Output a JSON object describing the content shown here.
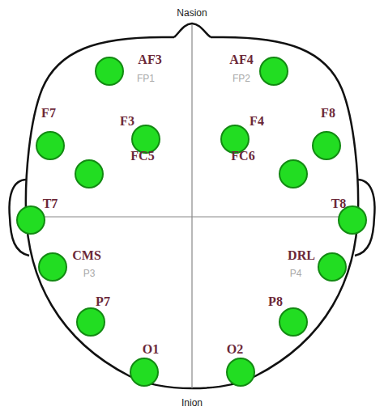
{
  "diagram": {
    "nodes": [
      {
        "text": [
          "AF3",
          "FP1"
        ]
      },
      {
        "text": [
          "AF4",
          "FP2"
        ]
      },
      {
        "text": [
          "F7"
        ]
      },
      {
        "text": [
          "F3"
        ]
      },
      {
        "text": [
          "F4"
        ]
      },
      {
        "text": [
          "F8"
        ]
      },
      {
        "text": [
          "FC5"
        ]
      },
      {
        "text": [
          "FC6"
        ]
      },
      {
        "text": [
          "T7"
        ]
      },
      {
        "text": [
          "T8"
        ]
      },
      {
        "text": [
          "CMS",
          "P3"
        ]
      },
      {
        "text": [
          "DRL",
          "P4"
        ]
      },
      {
        "text": [
          "P7"
        ]
      },
      {
        "text": [
          "P8"
        ]
      },
      {
        "text": [
          "O1"
        ]
      },
      {
        "text": [
          "O2"
        ]
      }
    ],
    "labels": [
      "Nasion",
      "Inion"
    ]
  }
}
